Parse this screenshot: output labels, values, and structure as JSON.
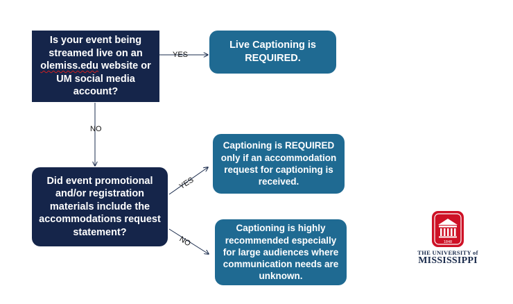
{
  "nodes": {
    "q1": {
      "line1": "Is your event being streamed live on an ",
      "link": "olemiss.edu",
      "line2": " website or UM social media account?"
    },
    "q2": "Did event promotional and/or registration materials include the accommodations request statement?",
    "r1": "Live Captioning is REQUIRED.",
    "r2": "Captioning is REQUIRED only if an accommodation request for captioning is received.",
    "r3": "Captioning is highly recommended especially for large audiences where communication needs are unknown."
  },
  "edges": {
    "q1_r1": "YES",
    "q1_q2": "NO",
    "q2_r2": "YES",
    "q2_r3": "NO"
  },
  "colors": {
    "question_box": "#15254a",
    "result_box": "#1f6a92",
    "arrow": "#1a2b4c",
    "logo_red": "#ce1126"
  },
  "logo": {
    "year": "1848",
    "the": "THE UNIVERSITY of",
    "name": "MISSISSIPPI"
  }
}
